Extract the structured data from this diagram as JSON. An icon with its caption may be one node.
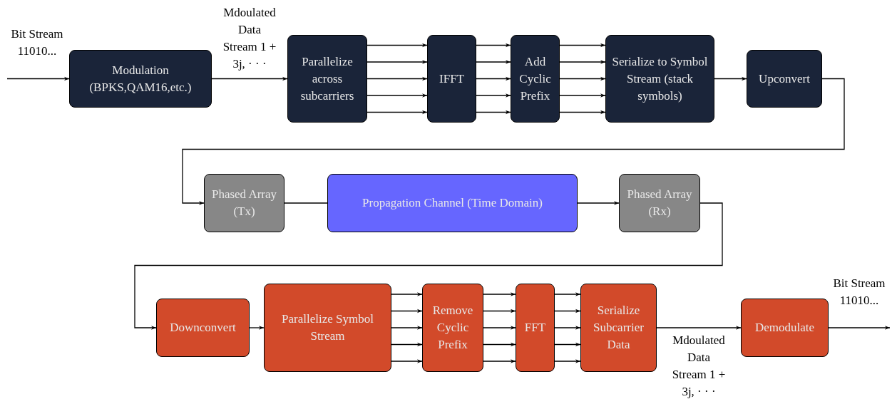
{
  "diagram": {
    "nodes": [
      {
        "text": [
          "Modulation (BPKS,QAM16,etc.)"
        ]
      },
      {
        "text": [
          "Parallelize across subcarriers"
        ]
      },
      {
        "text": [
          "IFFT"
        ]
      },
      {
        "text": [
          "Add Cyclic Prefix"
        ]
      },
      {
        "text": [
          "Serialize to Symbol Stream (stack symbols)"
        ]
      },
      {
        "text": [
          "Upconvert"
        ]
      },
      {
        "text": [
          "Phased Array (Tx)"
        ]
      },
      {
        "text": [
          "Propagation Channel (Time Domain)"
        ]
      },
      {
        "text": [
          "Phased Array (Rx)"
        ]
      },
      {
        "text": [
          "Downconvert"
        ]
      },
      {
        "text": [
          "Parallelize Symbol Stream"
        ]
      },
      {
        "text": [
          "Remove Cyclic Prefix"
        ]
      },
      {
        "text": [
          "FFT"
        ]
      },
      {
        "text": [
          "Serialize Subcarrier Data"
        ]
      },
      {
        "text": [
          "Demodulate"
        ]
      }
    ],
    "edges": [
      {
        "from": null,
        "to": 0,
        "arrow": "to",
        "label": "Bit Stream 11010..."
      },
      {
        "from": 0,
        "to": 1,
        "arrow": "to",
        "label": "Mdoulated Data Stream 1 + 3j, · · ·"
      },
      {
        "from": 1,
        "to": 2,
        "arrow": "to"
      },
      {
        "from": 1,
        "to": 2,
        "arrow": "to"
      },
      {
        "from": 1,
        "to": 2,
        "arrow": "to"
      },
      {
        "from": 1,
        "to": 2,
        "arrow": "to"
      },
      {
        "from": 1,
        "to": 2,
        "arrow": "to"
      },
      {
        "from": 2,
        "to": 3,
        "arrow": "to"
      },
      {
        "from": 2,
        "to": 3,
        "arrow": "to"
      },
      {
        "from": 2,
        "to": 3,
        "arrow": "to"
      },
      {
        "from": 2,
        "to": 3,
        "arrow": "to"
      },
      {
        "from": 2,
        "to": 3,
        "arrow": "to"
      },
      {
        "from": 3,
        "to": 4,
        "arrow": "to"
      },
      {
        "from": 3,
        "to": 4,
        "arrow": "to"
      },
      {
        "from": 3,
        "to": 4,
        "arrow": "to"
      },
      {
        "from": 3,
        "to": 4,
        "arrow": "to"
      },
      {
        "from": 3,
        "to": 4,
        "arrow": "to"
      },
      {
        "from": 4,
        "to": 5,
        "arrow": "to"
      },
      {
        "from": 5,
        "to": 6,
        "arrow": "to"
      },
      {
        "from": 6,
        "to": 7,
        "arrow": "none"
      },
      {
        "from": 7,
        "to": 8,
        "arrow": "to"
      },
      {
        "from": 8,
        "to": 9,
        "arrow": "to"
      },
      {
        "from": 9,
        "to": 10,
        "arrow": "to"
      },
      {
        "from": 10,
        "to": 11,
        "arrow": "to"
      },
      {
        "from": 10,
        "to": 11,
        "arrow": "to"
      },
      {
        "from": 10,
        "to": 11,
        "arrow": "to"
      },
      {
        "from": 10,
        "to": 11,
        "arrow": "to"
      },
      {
        "from": 10,
        "to": 11,
        "arrow": "to"
      },
      {
        "from": 11,
        "to": 12,
        "arrow": "to"
      },
      {
        "from": 11,
        "to": 12,
        "arrow": "to"
      },
      {
        "from": 11,
        "to": 12,
        "arrow": "to"
      },
      {
        "from": 11,
        "to": 12,
        "arrow": "to"
      },
      {
        "from": 11,
        "to": 12,
        "arrow": "to"
      },
      {
        "from": 12,
        "to": 13,
        "arrow": "to"
      },
      {
        "from": 12,
        "to": 13,
        "arrow": "to"
      },
      {
        "from": 12,
        "to": 13,
        "arrow": "to"
      },
      {
        "from": 12,
        "to": 13,
        "arrow": "to"
      },
      {
        "from": 12,
        "to": 13,
        "arrow": "to"
      },
      {
        "from": 13,
        "to": 14,
        "arrow": "to",
        "label": "Mdoulated Data Stream 1 + 3j, · · ·"
      },
      {
        "from": 14,
        "to": null,
        "arrow": "to",
        "label": "Bit Stream 11010..."
      }
    ]
  }
}
